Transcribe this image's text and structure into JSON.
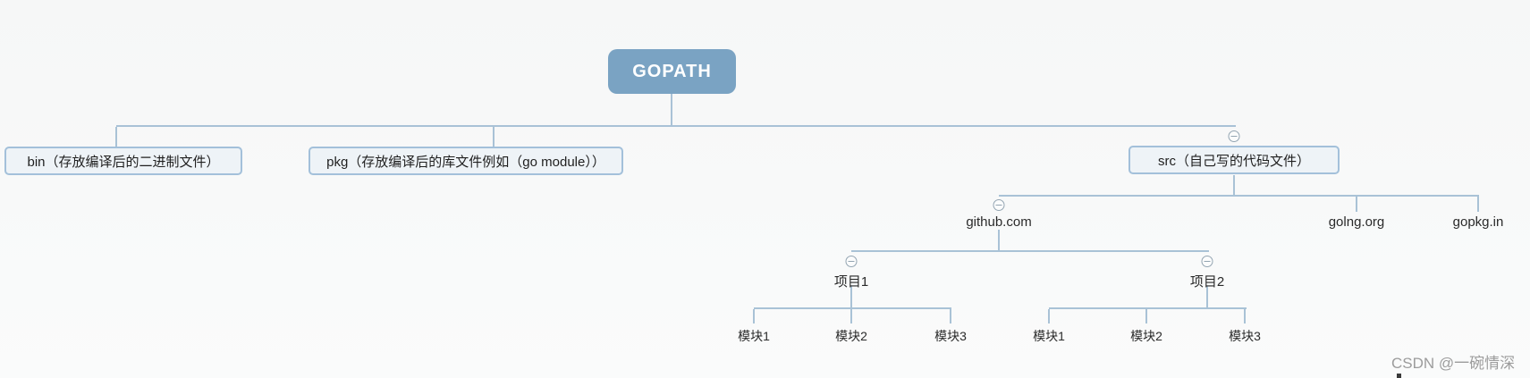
{
  "diagram": {
    "root": {
      "label": "GOPATH"
    },
    "children": [
      {
        "label": "bin（存放编译后的二进制文件）"
      },
      {
        "label": "pkg（存放编译后的库文件例如（go module））"
      },
      {
        "label": "src（自己写的代码文件）"
      }
    ],
    "src_children": [
      {
        "label": "github.com"
      },
      {
        "label": "golng.org"
      },
      {
        "label": "gopkg.in"
      }
    ],
    "projects": [
      {
        "label": "项目1",
        "modules": [
          "模块1",
          "模块2",
          "模块3"
        ]
      },
      {
        "label": "项目2",
        "modules": [
          "模块1",
          "模块2",
          "模块3"
        ]
      }
    ]
  },
  "icons": {
    "collapse": "minus-circle"
  },
  "colors": {
    "root_fill": "#7aa3c3",
    "root_text": "#ffffff",
    "node_fill": "#eef3f7",
    "node_border": "#a3c0da",
    "connector": "#a9c2d6",
    "label_text": "#2a2a2a",
    "watermark_text": "#9c9c9c",
    "background": "#f7f8f8"
  },
  "watermark": {
    "text": "CSDN @一碗情深"
  }
}
